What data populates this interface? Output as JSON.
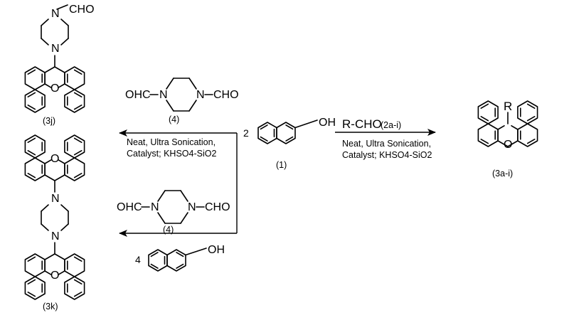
{
  "compounds": {
    "naphthol": {
      "label": "(1)",
      "oh": "OH"
    },
    "diformylpiperazine": {
      "label": "(4)",
      "left_group": "OHC",
      "right_group": "CHO"
    },
    "product_3ai": {
      "label": "(3a-i)",
      "substituent": "R"
    },
    "product_3j": {
      "label": "(3j)",
      "group": "CHO"
    },
    "product_3k": {
      "label": "(3k)"
    }
  },
  "atoms": {
    "nitrogen": "N",
    "oxygen": "O"
  },
  "arrows": {
    "right": {
      "reagent": "R-CHO",
      "reagent_label": "(2a-i)",
      "conditions_line1": "Neat, Ultra Sonication,",
      "conditions_line2": "Catalyst; KHSO4-SiO2"
    },
    "upper_left": {
      "coefficient": "2",
      "reagent_label": "(4)",
      "conditions_line1": "Neat, Ultra Sonication,",
      "conditions_line2": "Catalyst; KHSO4-SiO2"
    },
    "lower_left": {
      "coefficient": "4",
      "reagent_label": "(4)"
    }
  }
}
